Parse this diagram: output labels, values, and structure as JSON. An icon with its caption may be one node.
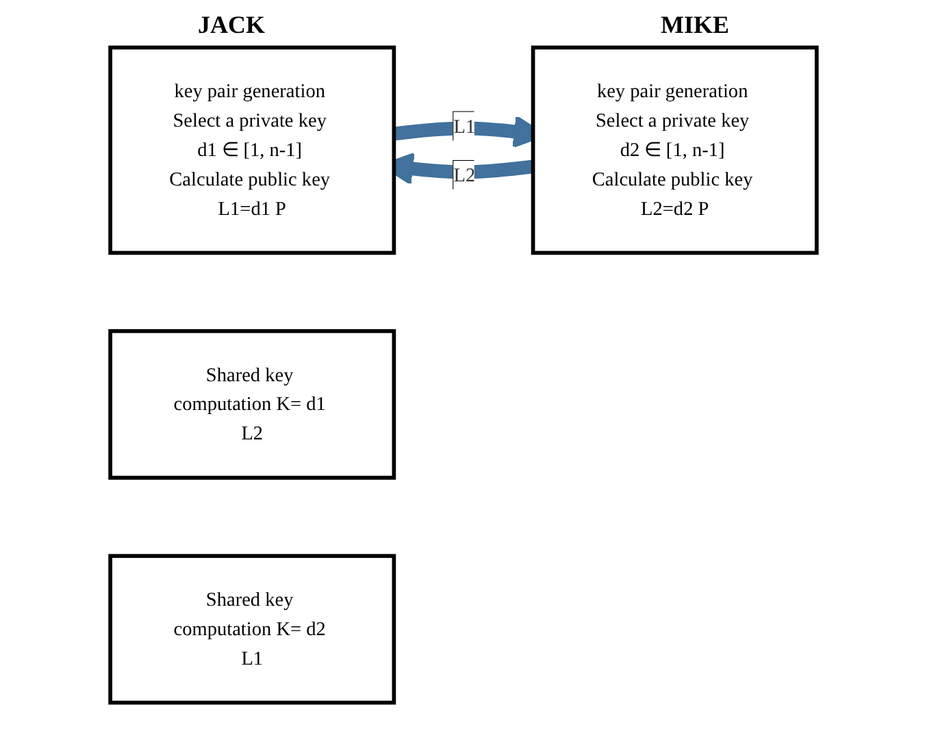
{
  "diagram": {
    "nodes": [
      {
        "text": [
          "key pair generation Select a private key d1 ∈ [1, n-1] Calculate public key L1=d1 P"
        ],
        "beside": [
          "JACK"
        ]
      },
      {
        "text": [
          "key pair generation Select a private key d2 ∈ [1, n-1] Calculate public key L2=d2 P"
        ],
        "beside": [
          "MIKE"
        ]
      },
      {
        "text": [
          "Shared key computation K= d1 L2"
        ]
      },
      {
        "text": [
          "Shared key computation K= d2 L1"
        ]
      }
    ],
    "edges": [
      {
        "from": 0,
        "to": 1,
        "arrow": "to",
        "label": "L1"
      },
      {
        "from": 1,
        "to": 0,
        "arrow": "to",
        "label": "L2"
      }
    ]
  }
}
